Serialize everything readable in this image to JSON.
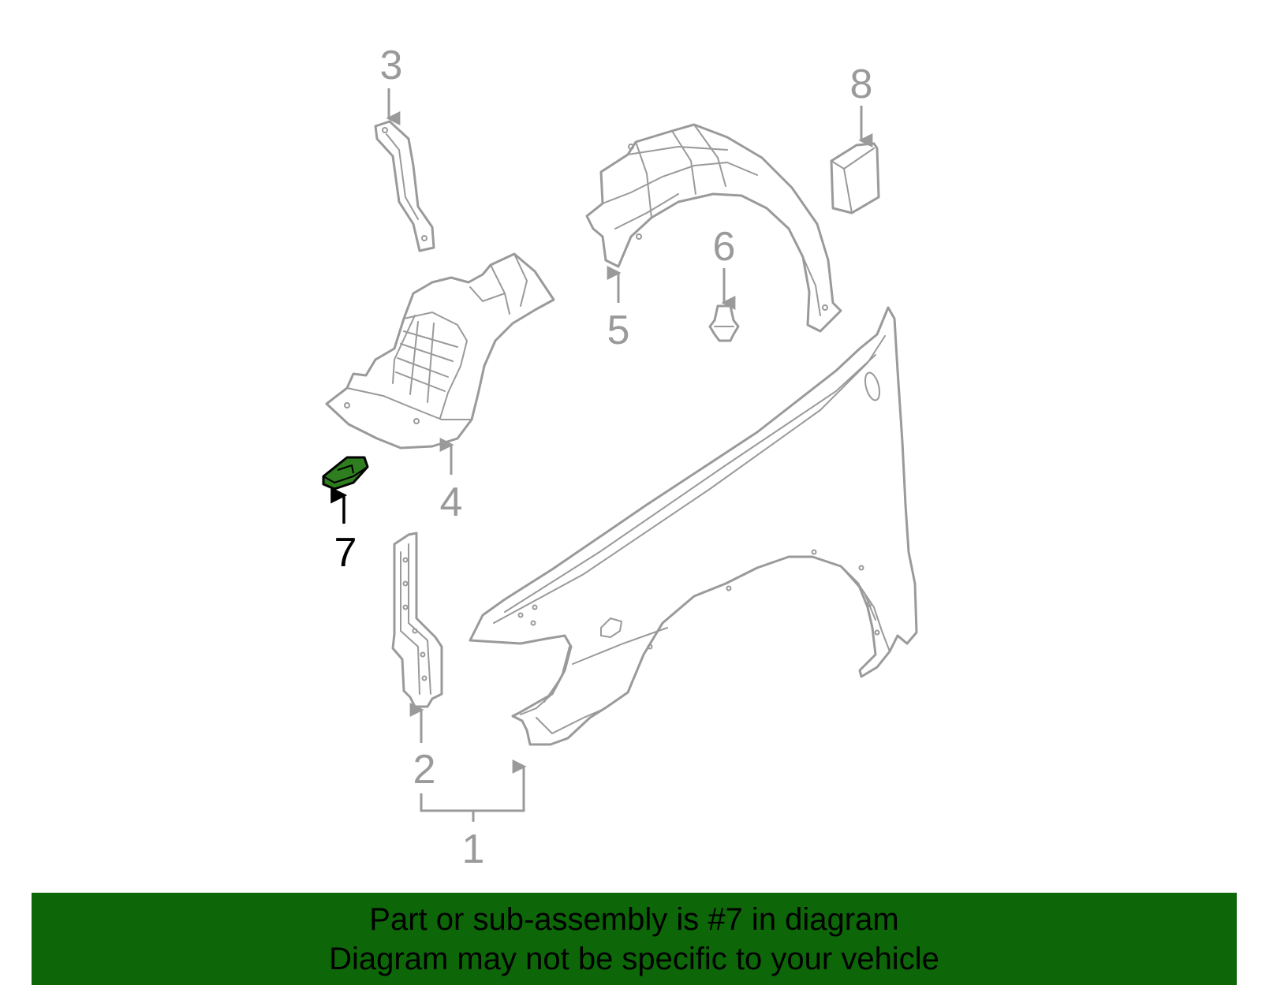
{
  "diagram": {
    "callouts": {
      "c1": "1",
      "c2": "2",
      "c3": "3",
      "c4": "4",
      "c5": "5",
      "c6": "6",
      "c7": "7",
      "c8": "8"
    },
    "highlighted_part": "7"
  },
  "colors": {
    "line_gray": "#9a9a9a",
    "highlight_green": "#2e7d1e",
    "banner_green": "#0d6608",
    "text_black": "#000000"
  },
  "footer": {
    "line1": "Part or sub-assembly is #7 in diagram",
    "line2": "Diagram may not be specific to your vehicle"
  }
}
